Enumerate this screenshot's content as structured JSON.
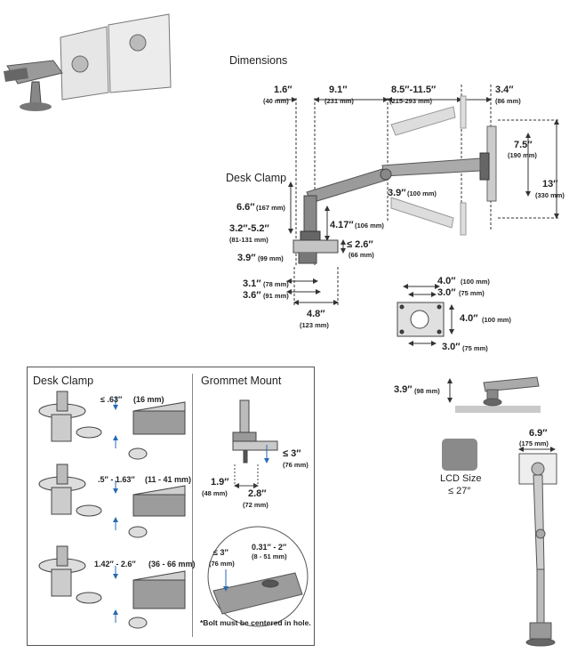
{
  "top": {
    "dimensions_title": "Dimensions",
    "desk_clamp_title": "Desk Clamp",
    "labels": {
      "d1_in": "1.6″",
      "d1_mm": "(40 mm)",
      "d2_in": "9.1″",
      "d2_mm": "(231 mm)",
      "d3_in": "8.5″-11.5″",
      "d3_mm": "(215-293 mm)",
      "d4_in": "3.4″",
      "d4_mm": "(86 mm)",
      "d5_in": "7.5″",
      "d5_mm": "(190 mm)",
      "d6_in": "13″",
      "d6_mm": "(330 mm)",
      "d7_in": "6.6″",
      "d7_mm": "(167 mm)",
      "d8_in": "3.9″",
      "d8_mm": "(100 mm)",
      "d9_in": "4.17″",
      "d9_mm": "(106 mm)",
      "d10_in": "3.2″-5.2″",
      "d10_mm": "(81-131 mm)",
      "d11_in": "≤ 2.6″",
      "d11_mm": "(66 mm)",
      "d12_in": "3.9″",
      "d12_mm": "(99 mm)",
      "d13_in": "3.1″",
      "d13_mm": "(78 mm)",
      "d14_in": "3.6″",
      "d14_mm": "(91 mm)",
      "d15_in": "4.8″",
      "d15_mm": "(123 mm)"
    }
  },
  "vesa": {
    "top_outer_in": "4.0″",
    "top_outer_mm": "(100 mm)",
    "top_inner_in": "3.0″",
    "top_inner_mm": "(75 mm)",
    "right_in": "4.0″",
    "right_mm": "(100 mm)",
    "bottom_in": "3.0″",
    "bottom_mm": "(75 mm)"
  },
  "clamp_panel": {
    "desk_clamp_title": "Desk Clamp",
    "grommet_title": "Grommet Mount",
    "r1_in": "≤ .63″",
    "r1_mm": "(16 mm)",
    "r2_in": ".5″ - 1.63″",
    "r2_mm": "(11 - 41 mm)",
    "r3_in": "1.42″ - 2.6″",
    "r3_mm": "(36 - 66 mm)",
    "g1_in": "≤ 3″",
    "g1_mm": "(76 mm)",
    "g2_in": "1.9″",
    "g2_mm": "(48 mm)",
    "g3_in": "2.8″",
    "g3_mm": "(72 mm)",
    "g4_in": "≤ 3″",
    "g4_mm": "(76 mm)",
    "g5_in": "0.31″ - 2″",
    "g5_mm": "(8 - 51 mm)",
    "note": "*Bolt must be centered in hole."
  },
  "right_panel": {
    "profile_in": "3.9″",
    "profile_mm": "(98 mm)",
    "lcd_label": "LCD Size",
    "lcd_value": "≤ 27″",
    "width_in": "6.9″",
    "width_mm": "(175 mm)"
  },
  "colors": {
    "line": "#333333",
    "arrow": "#2a6ab0",
    "fill": "#d8d8d8",
    "surface": "#c9c9c9"
  }
}
